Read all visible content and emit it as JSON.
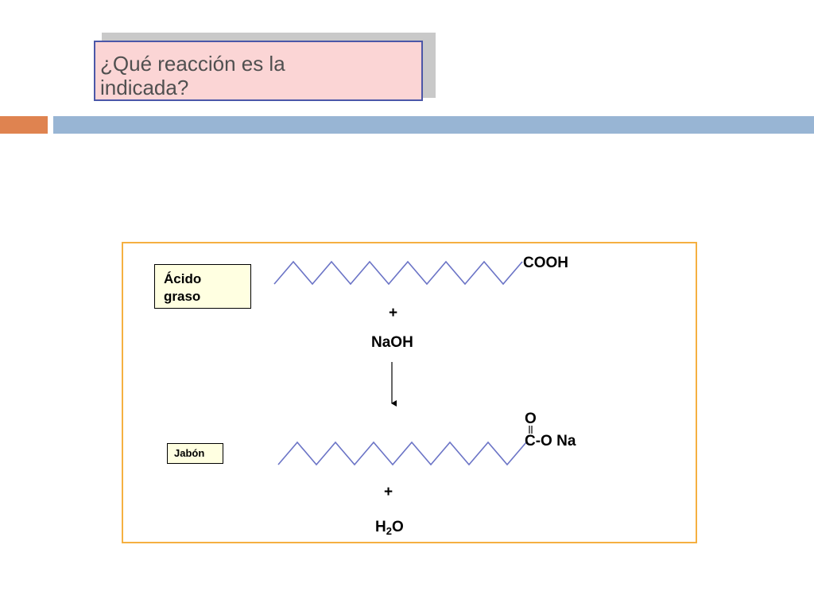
{
  "question": {
    "line1": "¿Qué reacción es la",
    "line2": "indicada?"
  },
  "reactants": {
    "acid_label_line1": "Ácido",
    "acid_label_line2": "graso",
    "acid_group": "COOH",
    "plus": "+",
    "base": "NaOH"
  },
  "products": {
    "soap_label": "Jabón",
    "carbonyl_o": "O",
    "salt_group": "C-O Na",
    "plus": "+",
    "water_h": "H",
    "water_sub": "2",
    "water_o": "O"
  },
  "colors": {
    "question_fill": "#fbd5d5",
    "question_border": "#4b57a8",
    "accent_orange": "#df8350",
    "accent_blue": "#98b5d4",
    "frame": "#f5b041",
    "chain": "#6b74c6"
  }
}
